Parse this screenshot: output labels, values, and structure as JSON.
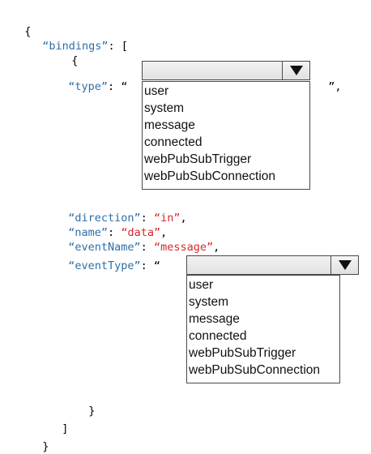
{
  "code": {
    "line_open_brace": "{",
    "bindings_key": "“bindings”",
    "bindings_tail": ": [",
    "inner_open_brace": "{",
    "type_key": "“type”",
    "type_colon": ": “",
    "type_close": "”,",
    "direction_key": "“direction”",
    "direction_value": "“in”",
    "name_key": "“name”",
    "name_value": "“data”",
    "eventName_key": "“eventName”",
    "eventName_value": "“message”",
    "eventType_key": "“eventType”",
    "eventType_colon": ": “",
    "eventType_close": "”",
    "colon": ": ",
    "comma": ",",
    "inner_close_brace": "}",
    "array_close": "]",
    "line_close_brace": "}"
  },
  "type_dropdown": {
    "selected": "",
    "options": [
      "user",
      "system",
      "message",
      "connected",
      "webPubSubTrigger",
      "webPubSubConnection"
    ]
  },
  "eventType_dropdown": {
    "selected": "",
    "options": [
      "user",
      "system",
      "message",
      "connected",
      "webPubSubTrigger",
      "webPubSubConnection"
    ]
  }
}
